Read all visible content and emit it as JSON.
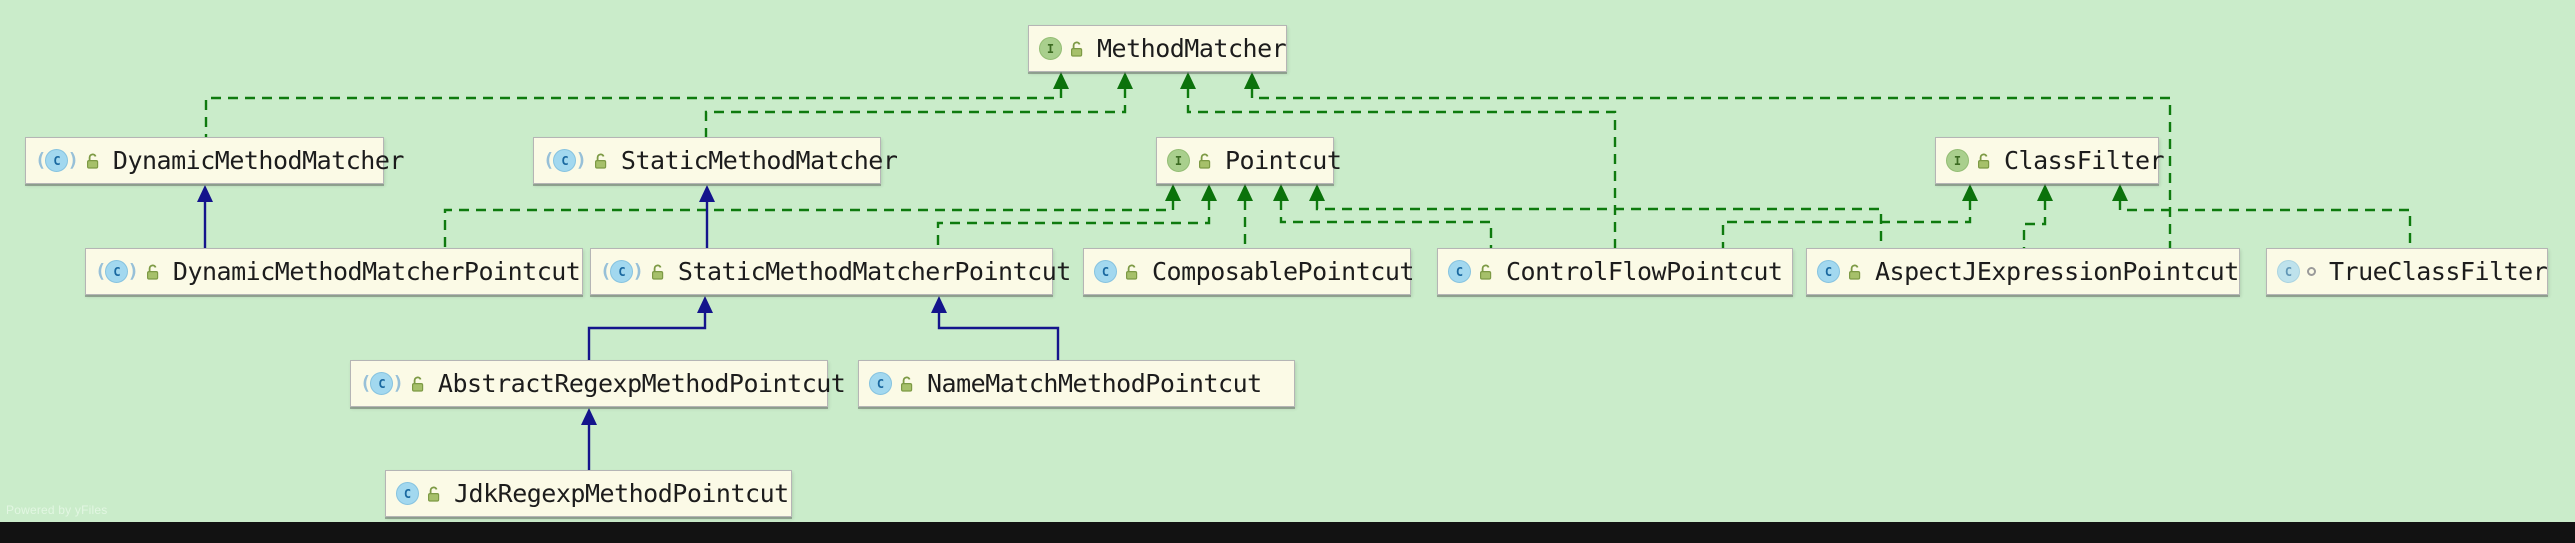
{
  "diagram": {
    "type": "uml-class-diagram",
    "watermark": "Powered by yFiles",
    "colors": {
      "background": "#caecca",
      "node_fill": "#fbfae6",
      "node_border": "#b5b5b5",
      "realization_edge": "#0e7a0e",
      "generalization_edge": "#14148c",
      "interface_icon": "#a9cf8d",
      "class_icon": "#a2d8ef",
      "text": "#1c1c1c",
      "bottom_bar": "#121212"
    },
    "nodes": [
      {
        "id": "MethodMatcher",
        "label": "MethodMatcher",
        "kind": "interface",
        "abstract": false,
        "badge": "lock"
      },
      {
        "id": "DynamicMethodMatcher",
        "label": "DynamicMethodMatcher",
        "kind": "class",
        "abstract": true,
        "badge": "lock"
      },
      {
        "id": "StaticMethodMatcher",
        "label": "StaticMethodMatcher",
        "kind": "class",
        "abstract": true,
        "badge": "lock"
      },
      {
        "id": "Pointcut",
        "label": "Pointcut",
        "kind": "interface",
        "abstract": false,
        "badge": "lock"
      },
      {
        "id": "ClassFilter",
        "label": "ClassFilter",
        "kind": "interface",
        "abstract": false,
        "badge": "lock"
      },
      {
        "id": "DynamicMethodMatcherPointcut",
        "label": "DynamicMethodMatcherPointcut",
        "kind": "class",
        "abstract": true,
        "badge": "lock"
      },
      {
        "id": "StaticMethodMatcherPointcut",
        "label": "StaticMethodMatcherPointcut",
        "kind": "class",
        "abstract": true,
        "badge": "lock"
      },
      {
        "id": "ComposablePointcut",
        "label": "ComposablePointcut",
        "kind": "class",
        "abstract": false,
        "badge": "lock"
      },
      {
        "id": "ControlFlowPointcut",
        "label": "ControlFlowPointcut",
        "kind": "class",
        "abstract": false,
        "badge": "lock"
      },
      {
        "id": "AspectJExpressionPointcut",
        "label": "AspectJExpressionPointcut",
        "kind": "class",
        "abstract": false,
        "badge": "lock"
      },
      {
        "id": "TrueClassFilter",
        "label": "TrueClassFilter",
        "kind": "class",
        "abstract": false,
        "badge": "dot",
        "faded": true
      },
      {
        "id": "AbstractRegexpMethodPointcut",
        "label": "AbstractRegexpMethodPointcut",
        "kind": "class",
        "abstract": true,
        "badge": "lock"
      },
      {
        "id": "NameMatchMethodPointcut",
        "label": "NameMatchMethodPointcut",
        "kind": "class",
        "abstract": false,
        "badge": "lock"
      },
      {
        "id": "JdkRegexpMethodPointcut",
        "label": "JdkRegexpMethodPointcut",
        "kind": "class",
        "abstract": false,
        "badge": "lock"
      }
    ],
    "edges": [
      {
        "from": "DynamicMethodMatcher",
        "to": "MethodMatcher",
        "relation": "realization"
      },
      {
        "from": "StaticMethodMatcher",
        "to": "MethodMatcher",
        "relation": "realization"
      },
      {
        "from": "ControlFlowPointcut",
        "to": "MethodMatcher",
        "relation": "realization"
      },
      {
        "from": "AspectJExpressionPointcut",
        "to": "MethodMatcher",
        "relation": "realization"
      },
      {
        "from": "DynamicMethodMatcherPointcut",
        "to": "Pointcut",
        "relation": "realization"
      },
      {
        "from": "StaticMethodMatcherPointcut",
        "to": "Pointcut",
        "relation": "realization"
      },
      {
        "from": "ComposablePointcut",
        "to": "Pointcut",
        "relation": "realization"
      },
      {
        "from": "ControlFlowPointcut",
        "to": "Pointcut",
        "relation": "realization"
      },
      {
        "from": "AspectJExpressionPointcut",
        "to": "Pointcut",
        "relation": "realization"
      },
      {
        "from": "ControlFlowPointcut",
        "to": "ClassFilter",
        "relation": "realization"
      },
      {
        "from": "AspectJExpressionPointcut",
        "to": "ClassFilter",
        "relation": "realization"
      },
      {
        "from": "TrueClassFilter",
        "to": "ClassFilter",
        "relation": "realization"
      },
      {
        "from": "DynamicMethodMatcherPointcut",
        "to": "DynamicMethodMatcher",
        "relation": "generalization"
      },
      {
        "from": "StaticMethodMatcherPointcut",
        "to": "StaticMethodMatcher",
        "relation": "generalization"
      },
      {
        "from": "AbstractRegexpMethodPointcut",
        "to": "StaticMethodMatcherPointcut",
        "relation": "generalization"
      },
      {
        "from": "NameMatchMethodPointcut",
        "to": "StaticMethodMatcherPointcut",
        "relation": "generalization"
      },
      {
        "from": "JdkRegexpMethodPointcut",
        "to": "AbstractRegexpMethodPointcut",
        "relation": "generalization"
      }
    ]
  }
}
